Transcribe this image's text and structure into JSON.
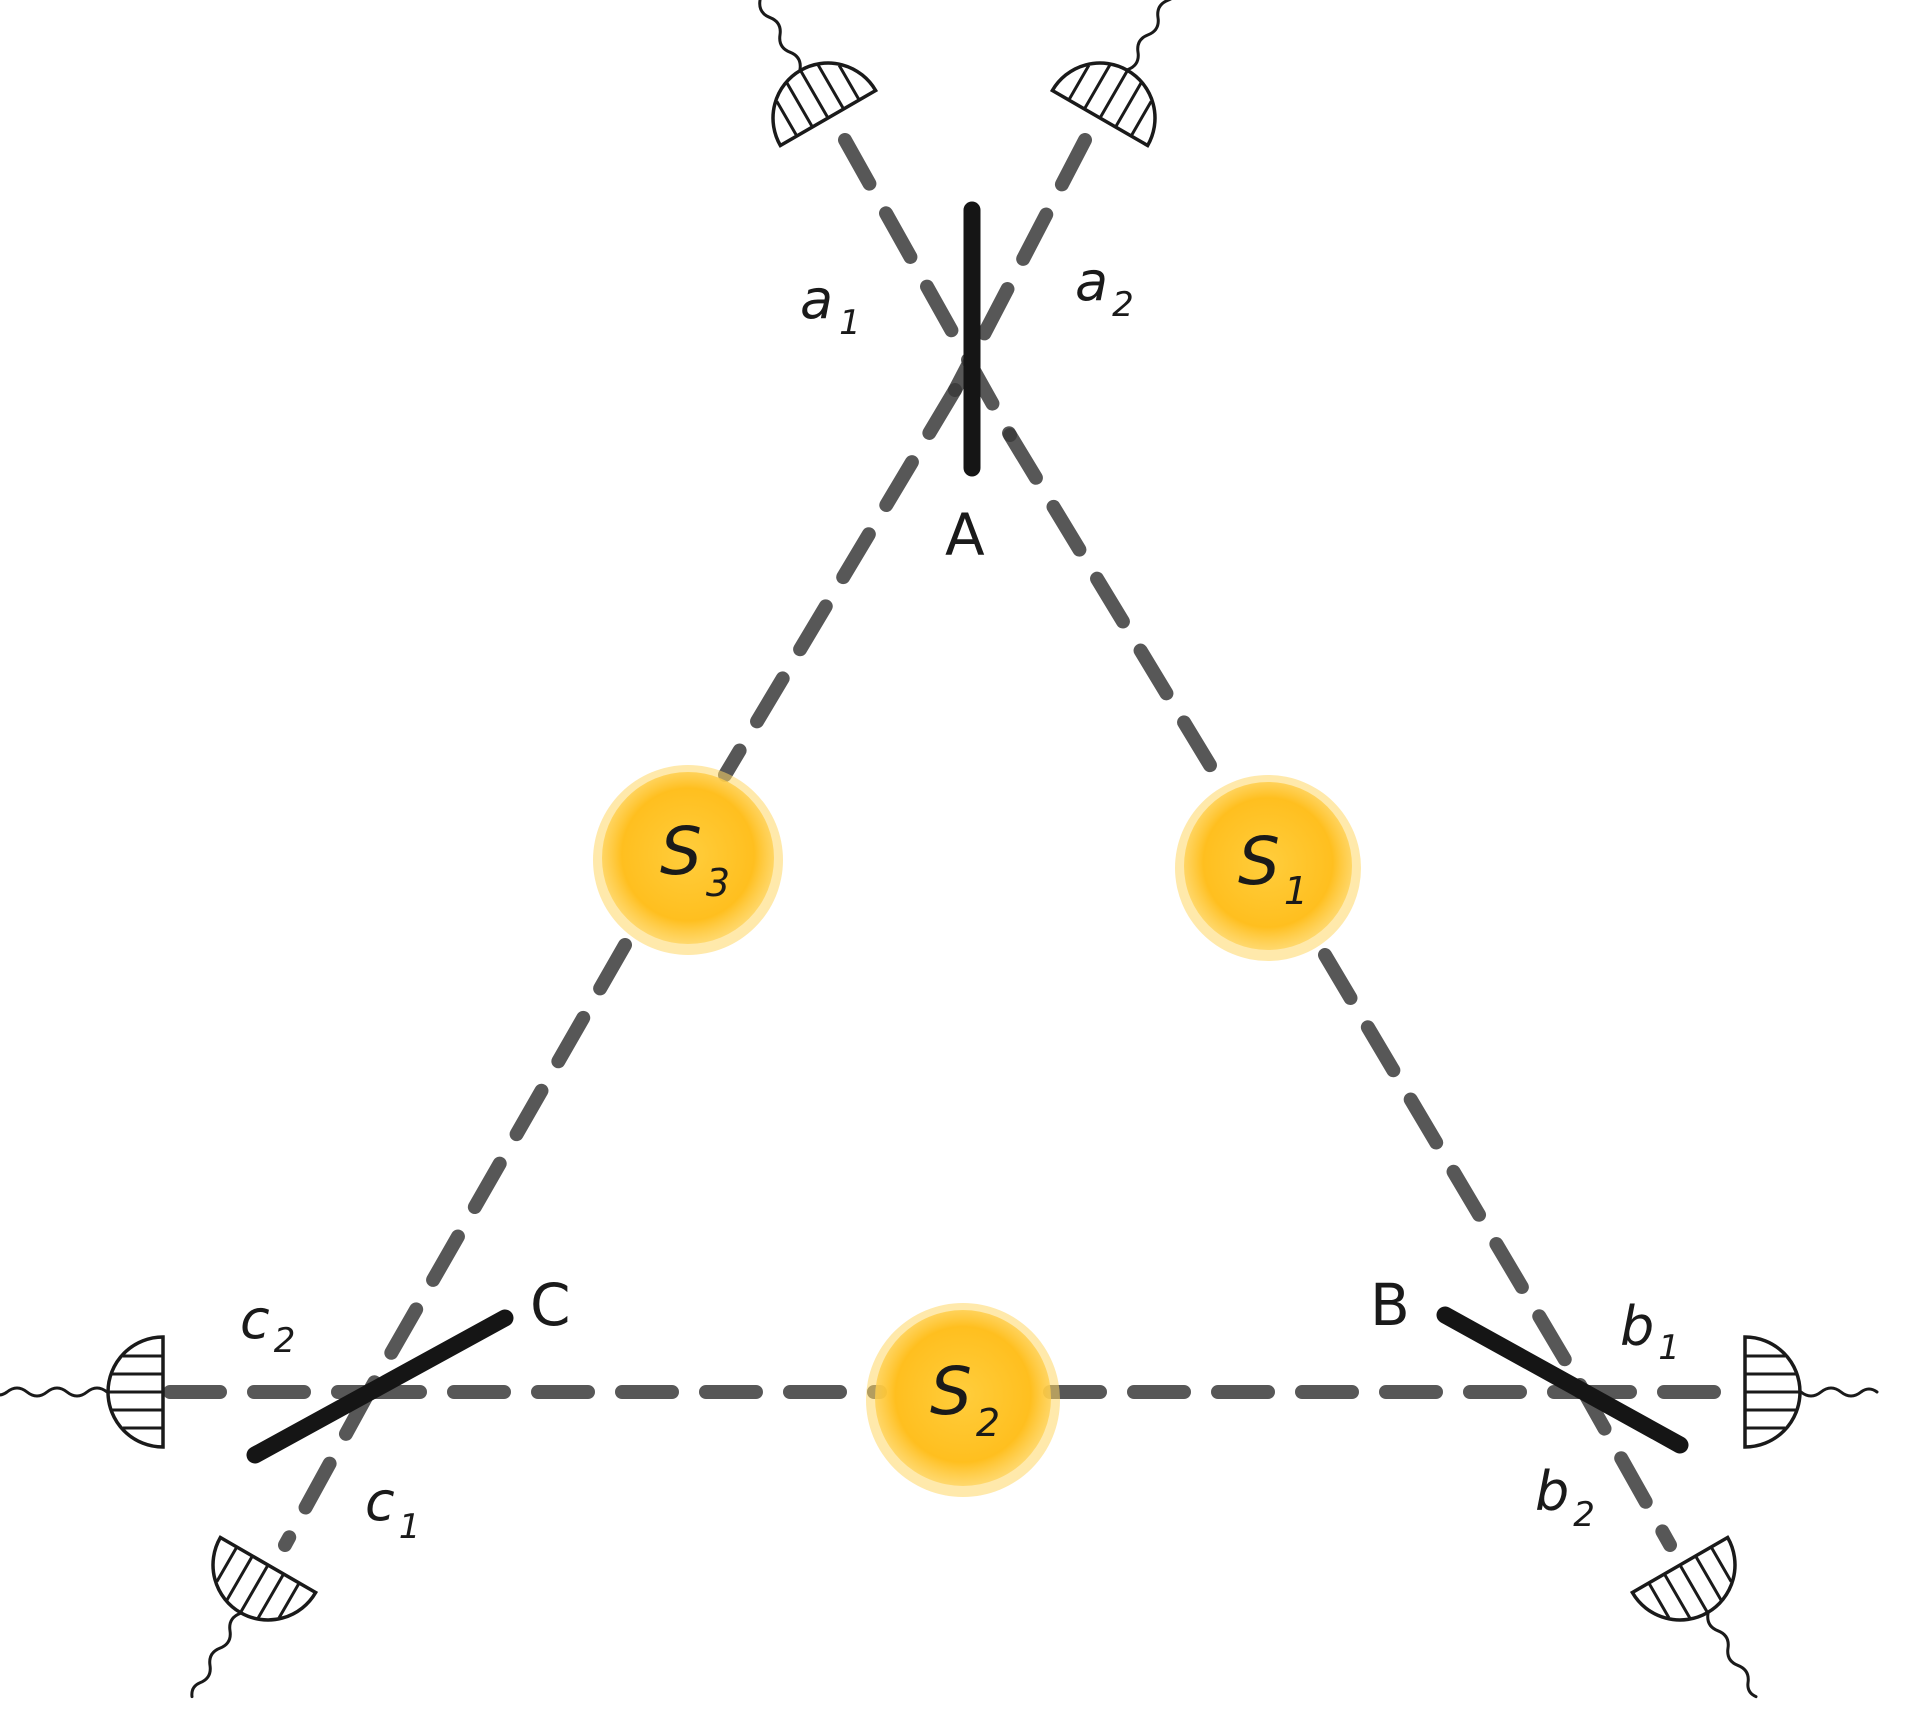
{
  "nodes": {
    "A": {
      "label": "A"
    },
    "B": {
      "label": "B"
    },
    "C": {
      "label": "C"
    }
  },
  "ports": {
    "a1": {
      "base": "a",
      "sub": "1"
    },
    "a2": {
      "base": "a",
      "sub": "2"
    },
    "b1": {
      "base": "b",
      "sub": "1"
    },
    "b2": {
      "base": "b",
      "sub": "2"
    },
    "c1": {
      "base": "c",
      "sub": "1"
    },
    "c2": {
      "base": "c",
      "sub": "2"
    }
  },
  "sources": {
    "S1": {
      "base": "S",
      "sub": "1"
    },
    "S2": {
      "base": "S",
      "sub": "2"
    },
    "S3": {
      "base": "S",
      "sub": "3"
    }
  },
  "colors": {
    "source_fill": "#ffc72c",
    "source_glow": "#ffb300",
    "beam": "#3a3a3a",
    "beam_splitter": "#151515",
    "detector_stroke": "#1a1a1a"
  },
  "icons": {
    "detector": "photodetector-icon",
    "beam_splitter": "beam-splitter-icon",
    "source": "photon-source-icon"
  }
}
